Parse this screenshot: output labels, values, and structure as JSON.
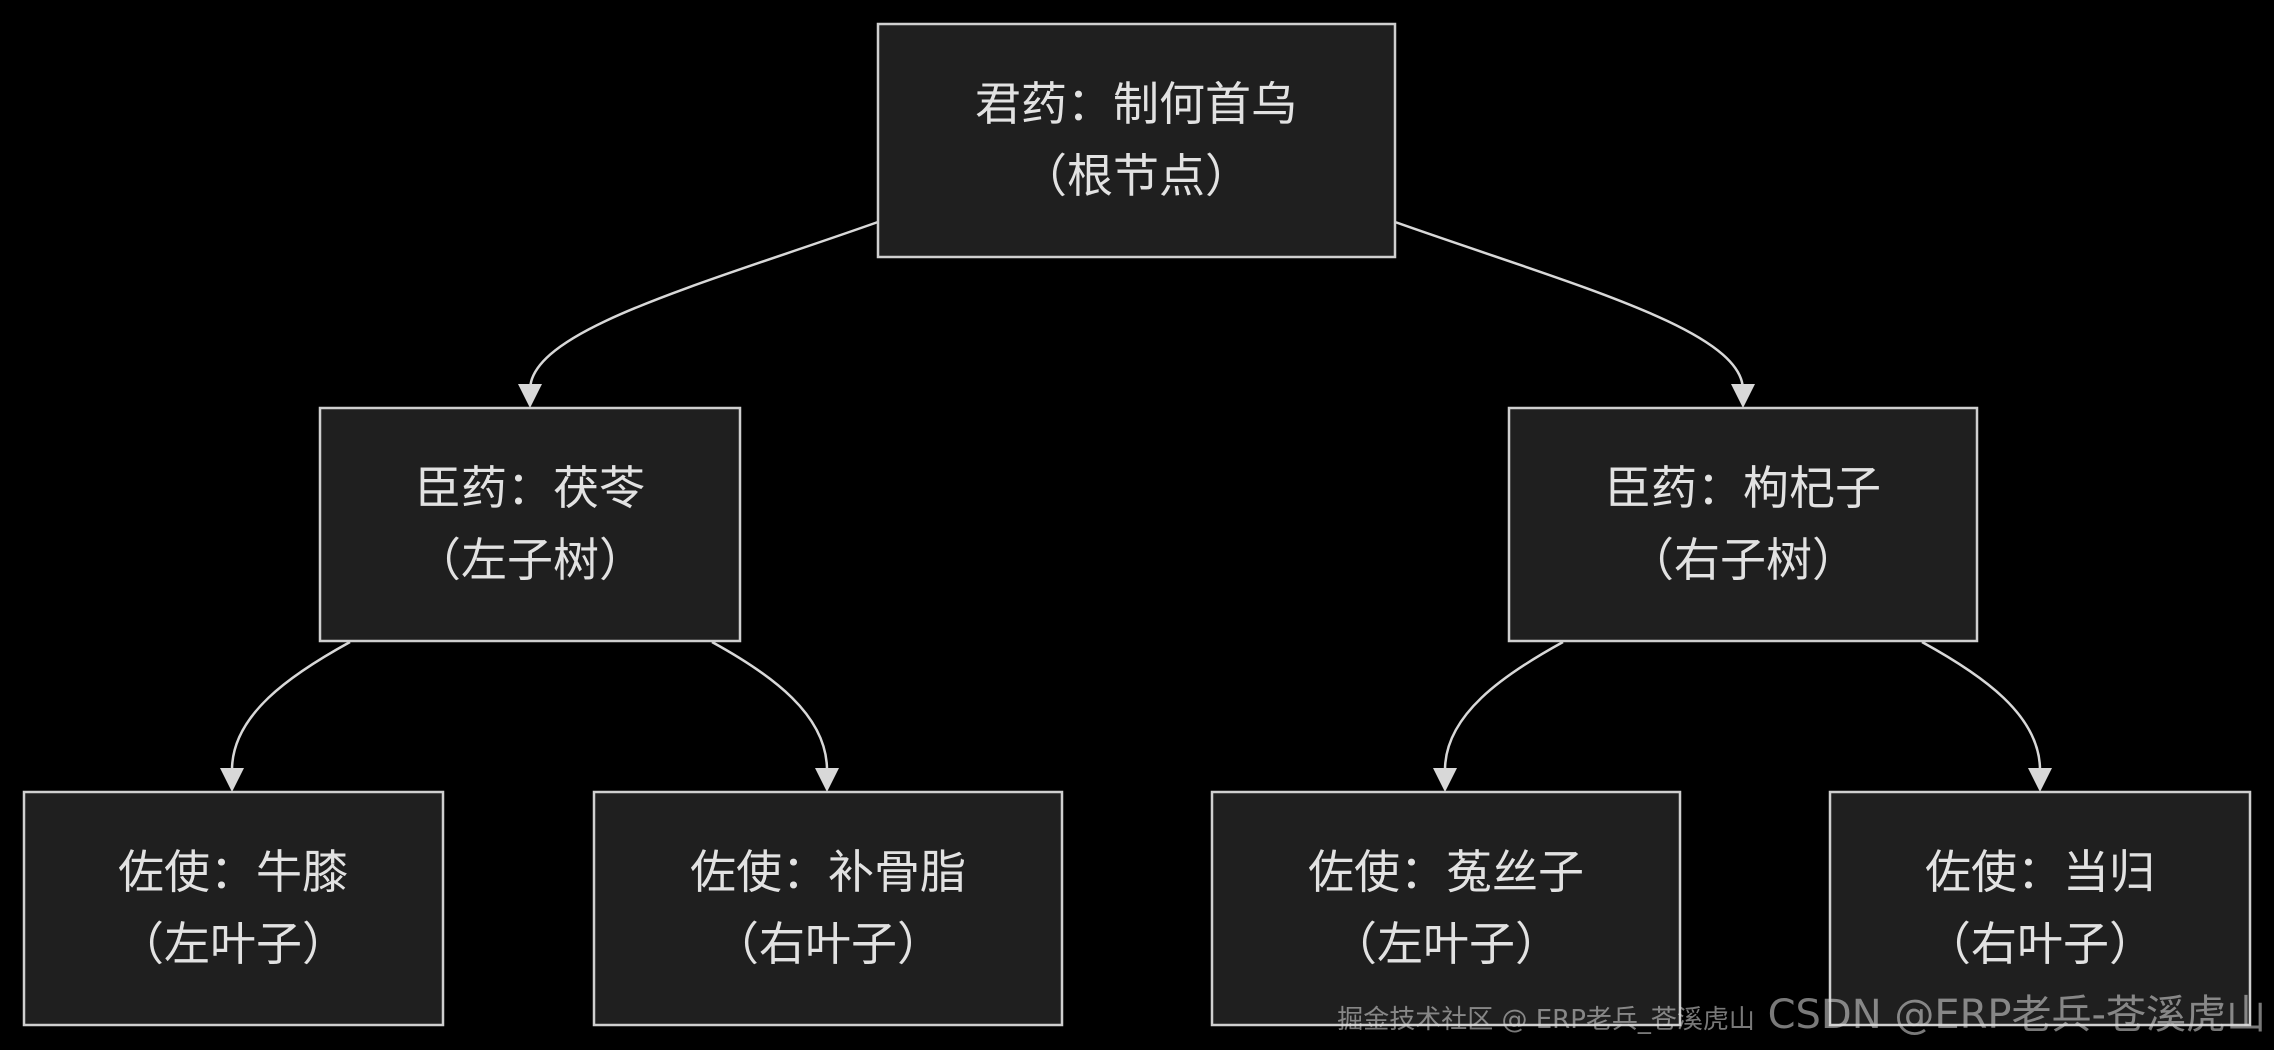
{
  "nodes": {
    "root": {
      "line1": "君药：制何首乌",
      "line2": "（根节点）"
    },
    "left": {
      "line1": "臣药：茯苓",
      "line2": "（左子树）"
    },
    "right": {
      "line1": "臣药：枸杞子",
      "line2": "（右子树）"
    },
    "ll": {
      "line1": "佐使：牛膝",
      "line2": "（左叶子）"
    },
    "lr": {
      "line1": "佐使：补骨脂",
      "line2": "（右叶子）"
    },
    "rl": {
      "line1": "佐使：菟丝子",
      "line2": "（左叶子）"
    },
    "rr": {
      "line1": "佐使：当归",
      "line2": "（右叶子）"
    }
  },
  "watermark": {
    "csdn": "CSDN @ERP老兵-苍溪虎山",
    "juejin": "掘金技术社区 @ ERP老兵_苍溪虎山"
  }
}
